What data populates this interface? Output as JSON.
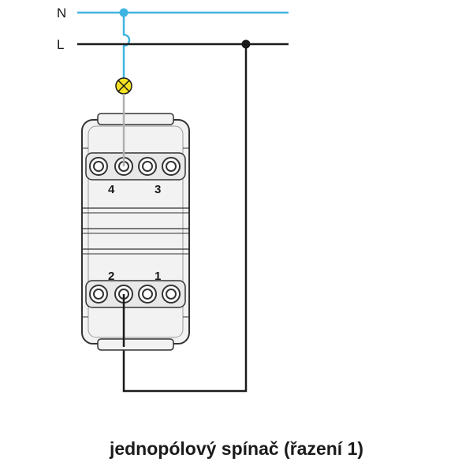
{
  "labels": {
    "neutral": "N",
    "line": "L"
  },
  "terminals": {
    "t4": "4",
    "t3": "3",
    "t2": "2",
    "t1": "1"
  },
  "caption": "jednopólový spínač (řazení 1)",
  "colors": {
    "neutral_wire": "#3fb4e1",
    "line_wire": "#1a1a1a",
    "lamp_fill": "#f5e11f",
    "switch_body": "#f2f2f2",
    "switch_outline": "#333333"
  }
}
